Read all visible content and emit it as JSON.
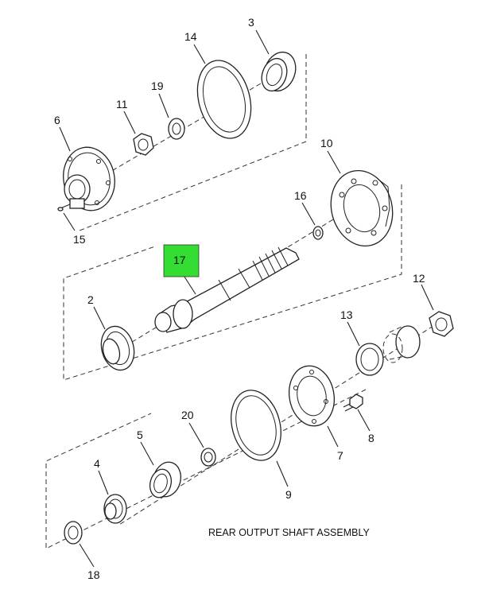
{
  "caption": "REAR OUTPUT SHAFT ASSEMBLY",
  "highlight_color": "#33dd33",
  "highlighted_callout": "17",
  "callouts": {
    "c1": "3",
    "c2": "14",
    "c3": "19",
    "c4": "11",
    "c5": "6",
    "c6": "15",
    "c7": "10",
    "c8": "16",
    "c9": "17",
    "c10": "2",
    "c11": "12",
    "c12": "13",
    "c13": "8",
    "c14": "7",
    "c15": "20",
    "c16": "5",
    "c17": "9",
    "c18": "4",
    "c19": "18"
  }
}
